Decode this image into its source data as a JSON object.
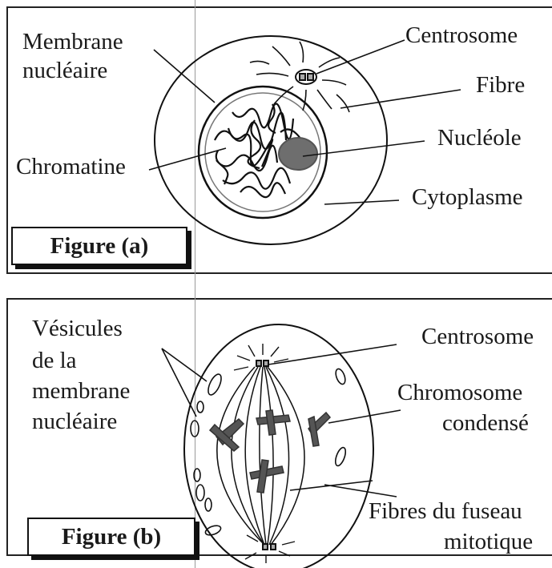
{
  "figure_a": {
    "caption": "Figure (a)",
    "labels": {
      "membrane_1": "Membrane",
      "membrane_2": "nucléaire",
      "centrosome": "Centrosome",
      "fibre": "Fibre",
      "nucleole": "Nucléole",
      "chromatine": "Chromatine",
      "cytoplasme": "Cytoplasme"
    }
  },
  "figure_b": {
    "caption": "Figure (b)",
    "labels": {
      "vesicules_1": "Vésicules",
      "vesicules_2": "de la",
      "vesicules_3": "membrane",
      "vesicules_4": "nucléaire",
      "centrosome": "Centrosome",
      "chromosome_1": "Chromosome",
      "chromosome_2": "condensé",
      "fibres_1": "Fibres du fuseau",
      "fibres_2": "mitotique"
    }
  }
}
